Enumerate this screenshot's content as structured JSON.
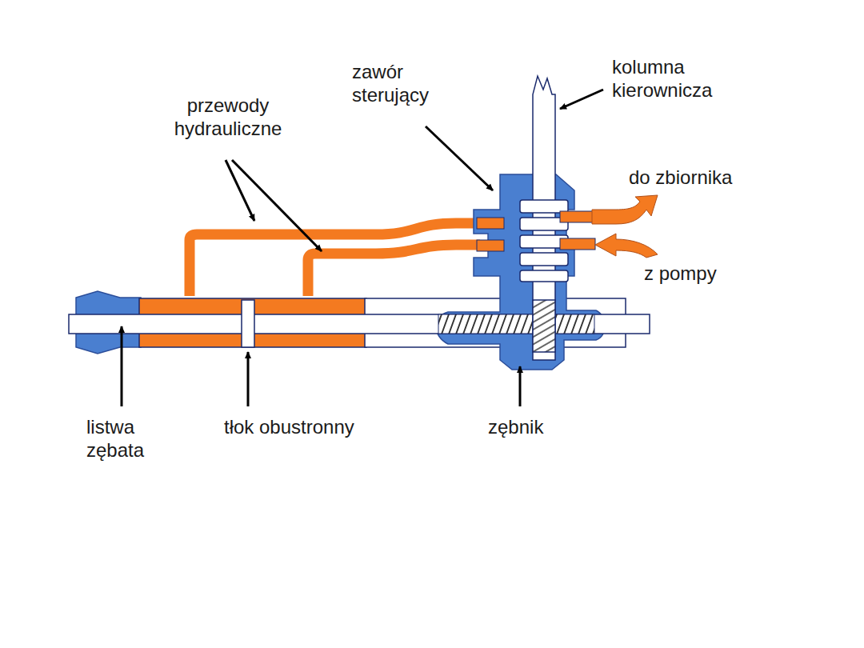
{
  "diagram": {
    "labels": [
      "przewody hydrauliczne",
      "zawór sterujący",
      "kolumna kierownicza",
      "do zbiornika",
      "z pompy",
      "listwa zębata",
      "tłok obustronny",
      "zębnik"
    ]
  }
}
